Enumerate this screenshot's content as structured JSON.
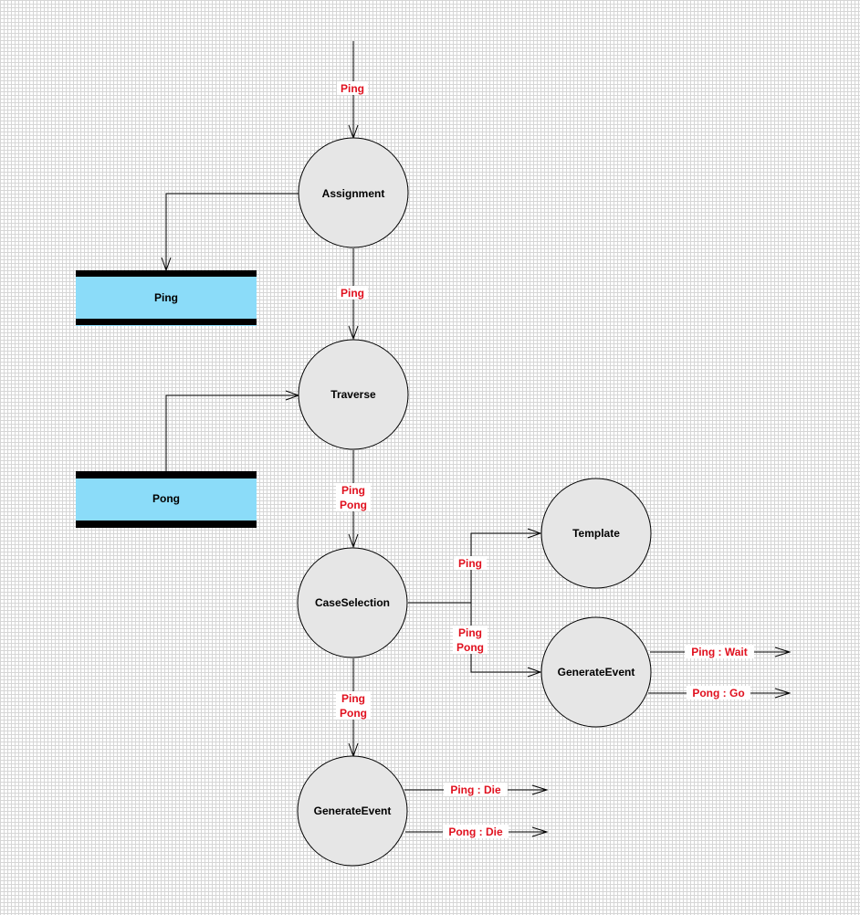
{
  "colors": {
    "label": "#e0101e",
    "process_fill": "#e6e6e6",
    "store_fill": "#8bdcf9"
  },
  "processes": {
    "assignment": "Assignment",
    "traverse": "Traverse",
    "case_selection": "CaseSelection",
    "template": "Template",
    "generate_event_right": "GenerateEvent",
    "generate_event_bottom": "GenerateEvent"
  },
  "stores": {
    "ping": "Ping",
    "pong": "Pong"
  },
  "flows": {
    "in_to_assignment": "Ping",
    "assignment_to_traverse": "Ping",
    "traverse_to_caseselection": [
      "Ping",
      "Pong"
    ],
    "caseselection_to_template": "Ping",
    "caseselection_to_generateevent": [
      "Ping",
      "Pong"
    ],
    "caseselection_to_generateevent_bottom": [
      "Ping",
      "Pong"
    ],
    "out_ping_wait": "Ping : Wait",
    "out_pong_go": "Pong : Go",
    "out_ping_die": "Ping : Die",
    "out_pong_die": "Pong : Die"
  }
}
